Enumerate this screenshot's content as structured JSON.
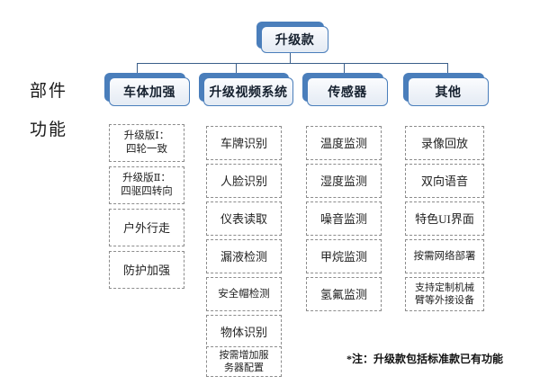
{
  "row_labels": {
    "parts": "部件",
    "functions": "功能"
  },
  "root": {
    "label": "升级款"
  },
  "categories": [
    {
      "label": "车体加强"
    },
    {
      "label": "升级视频系统"
    },
    {
      "label": "传感器"
    },
    {
      "label": "其他"
    }
  ],
  "columns": [
    {
      "items": [
        "升级版Ⅰ：\n四轮一致",
        "升级版Ⅱ：\n四驱四转向",
        "户外行走",
        "防护加强"
      ]
    },
    {
      "items": [
        "车牌识别",
        "人脸识别",
        "仪表读取",
        "漏液检测",
        "安全帽检测",
        "物体识别",
        "按需增加服\n务器配置"
      ]
    },
    {
      "items": [
        "温度监测",
        "湿度监测",
        "噪音监测",
        "甲烷监测",
        "氢氟监测"
      ]
    },
    {
      "items": [
        "录像回放",
        "双向语音",
        "特色UI界面",
        "按需网络部署",
        "支持定制机械\n臂等外接设备"
      ]
    }
  ],
  "footnote": "*注：升级款包括标准款已有功能",
  "colors": {
    "node_blue": "#4a7ebb",
    "connector": "#3a5f8a",
    "leaf_border": "#8c8c8c",
    "background": "#ffffff"
  }
}
